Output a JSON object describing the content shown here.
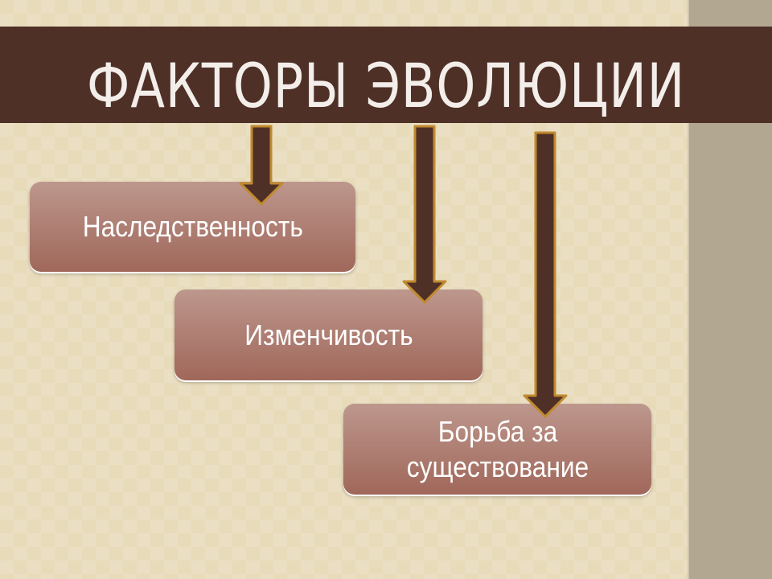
{
  "title": "ФАКТОРЫ ЭВОЛЮЦИИ",
  "factors": [
    {
      "label": "Наследственность"
    },
    {
      "label": "Изменчивость"
    },
    {
      "label": "Борьба за существование"
    }
  ],
  "colors": {
    "banner": "#4f3027",
    "background": "#e7dbba",
    "box_top": "#bd978d",
    "box_bottom": "#a0675a",
    "arrow_fill": "#4f3027",
    "arrow_border": "#c08a30"
  }
}
